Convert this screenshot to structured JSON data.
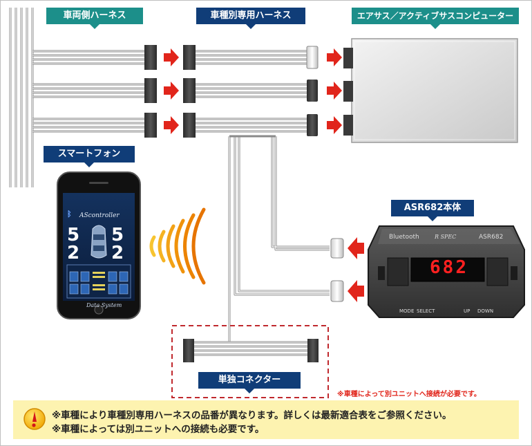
{
  "labels": {
    "vehicle_harness": "車両側ハーネス",
    "vehicle_specific_harness": "車種別専用ハーネス",
    "air_suspension_computer": "エアサス／アクティブサスコンピューター",
    "smartphone": "スマートフォン",
    "main_unit": "ASR682本体",
    "standalone_connector": "単独コネクター"
  },
  "phone_screen": {
    "app_logo": "AScontroller",
    "front_left": "5",
    "front_right": "5",
    "rear_left": "2",
    "rear_right": "2",
    "brand": "Data System",
    "icon_bluetooth": "bluetooth-icon"
  },
  "device": {
    "bluetooth_label": "Bluetooth",
    "brand_logo": "R SPEC",
    "model_label": "ASR682",
    "display_value": "682",
    "button_labels": [
      "MODE",
      "SELECT",
      "UP",
      "DOWN"
    ],
    "display_color": "#ff2020"
  },
  "notes": {
    "red_note": "※車種によって別ユニットへ接続が必要です。",
    "banner_line1": "※車種により車種別専用ハーネスの品番が異なります。詳しくは最新適合表をご参照ください。",
    "banner_line2": "※車種によっては別ユニットへの接続も必要です。",
    "warning_icon": "exclamation-icon"
  },
  "colors": {
    "teal": "#1c8f8a",
    "navy": "#103d78",
    "arrow_red": "#e1251b",
    "banner_bg": "#fdf3b0"
  }
}
